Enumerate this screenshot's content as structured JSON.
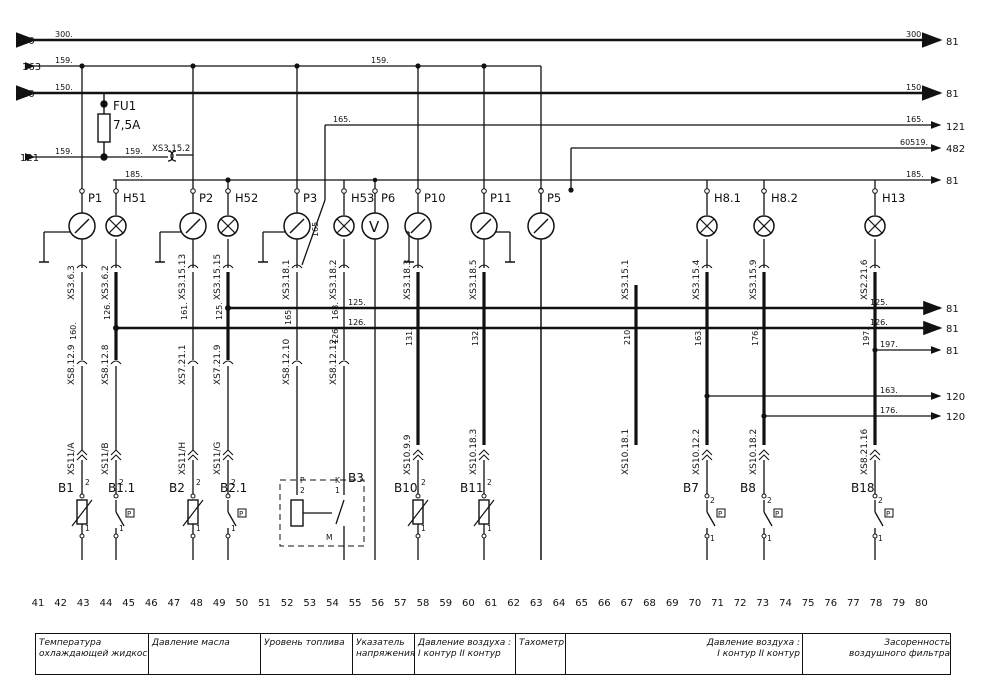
{
  "wires": {
    "left_numbers": [
      "40",
      "163",
      "40",
      "121"
    ],
    "right_numbers": [
      "81",
      "81",
      "121",
      "482",
      "81",
      "81",
      "81",
      "81",
      "120",
      "120"
    ],
    "labels": [
      "300.",
      "300.",
      "159.",
      "159.",
      "150.",
      "150.",
      "159.",
      "159.",
      "165.",
      "165.",
      "60519.",
      "185.",
      "185.",
      "125.",
      "125.",
      "126.",
      "126.",
      "197.",
      "163.",
      "176.",
      "210."
    ],
    "vertical_labels": [
      "160.",
      "126.",
      "161.",
      "125.",
      "165.",
      "165.",
      "168.",
      "126.",
      "131.",
      "132.",
      "163.",
      "176.",
      "197.",
      "210."
    ]
  },
  "fuse": {
    "name": "FU1",
    "rating": "7,5A"
  },
  "connector_xs3152": "XS3.15.2",
  "devices": {
    "gauges": [
      "P1",
      "P2",
      "P3",
      "P6",
      "P10",
      "P11",
      "P5"
    ],
    "lamps": [
      "H51",
      "H52",
      "H53",
      "H8.1",
      "H8.2",
      "H13"
    ],
    "voltmeter_symbol": "V",
    "sensors": [
      "B1",
      "B1.1",
      "B2",
      "B2.1",
      "B3",
      "B10",
      "B11",
      "B7",
      "B8",
      "B18"
    ],
    "pressure_switch_symbol": "P"
  },
  "connectors": {
    "upper": [
      "XS3.6.3",
      "XS3.6.2",
      "XS3.15.13",
      "XS3.15.15",
      "XS3.18.1",
      "XS3.18.2",
      "XS3.18.3",
      "XS3.18.5",
      "XS3.15.1",
      "XS3.15.4",
      "XS3.15.9",
      "XS2.21.6"
    ],
    "middle": [
      "XS8.12.9",
      "XS8.12.8",
      "XS7.21.1",
      "XS7.21.9",
      "XS8.12.10",
      "XS8.12.12"
    ],
    "lower": [
      "XS11/A",
      "XS11/B",
      "XS11/H",
      "XS11/G",
      "XS10.9.9",
      "XS10.18.3",
      "XS10.18.1",
      "XS10.12.2",
      "XS10.18.2",
      "XS8.21.16"
    ],
    "pin_labels": [
      "2",
      "1",
      "2",
      "1",
      "2",
      "1",
      "2",
      "1",
      "P",
      "2",
      "K",
      "1",
      "M",
      "2",
      "1",
      "2",
      "1",
      "2",
      "1",
      "2",
      "1",
      "2",
      "1"
    ]
  },
  "columns": [
    "41",
    "42",
    "43",
    "44",
    "45",
    "46",
    "47",
    "48",
    "49",
    "50",
    "51",
    "52",
    "53",
    "54",
    "55",
    "56",
    "57",
    "58",
    "59",
    "60",
    "61",
    "62",
    "63",
    "64",
    "65",
    "66",
    "67",
    "68",
    "69",
    "70",
    "71",
    "72",
    "73",
    "74",
    "75",
    "76",
    "77",
    "78",
    "79",
    "80"
  ],
  "legend": [
    {
      "lines": [
        "Температура",
        "охлаждающей жидкости"
      ]
    },
    {
      "lines": [
        "Давление масла"
      ]
    },
    {
      "lines": [
        "Уровень топлива"
      ]
    },
    {
      "lines": [
        "Указатель",
        "напряжения"
      ]
    },
    {
      "lines": [
        "Давление воздуха :",
        "I контур    II контур"
      ]
    },
    {
      "lines": [
        "Тахометр"
      ]
    },
    {
      "lines": [
        "Давление воздуха :",
        "I контур    II контур"
      ]
    },
    {
      "lines": [
        "Засоренность",
        "воздушного фильтра"
      ]
    }
  ]
}
